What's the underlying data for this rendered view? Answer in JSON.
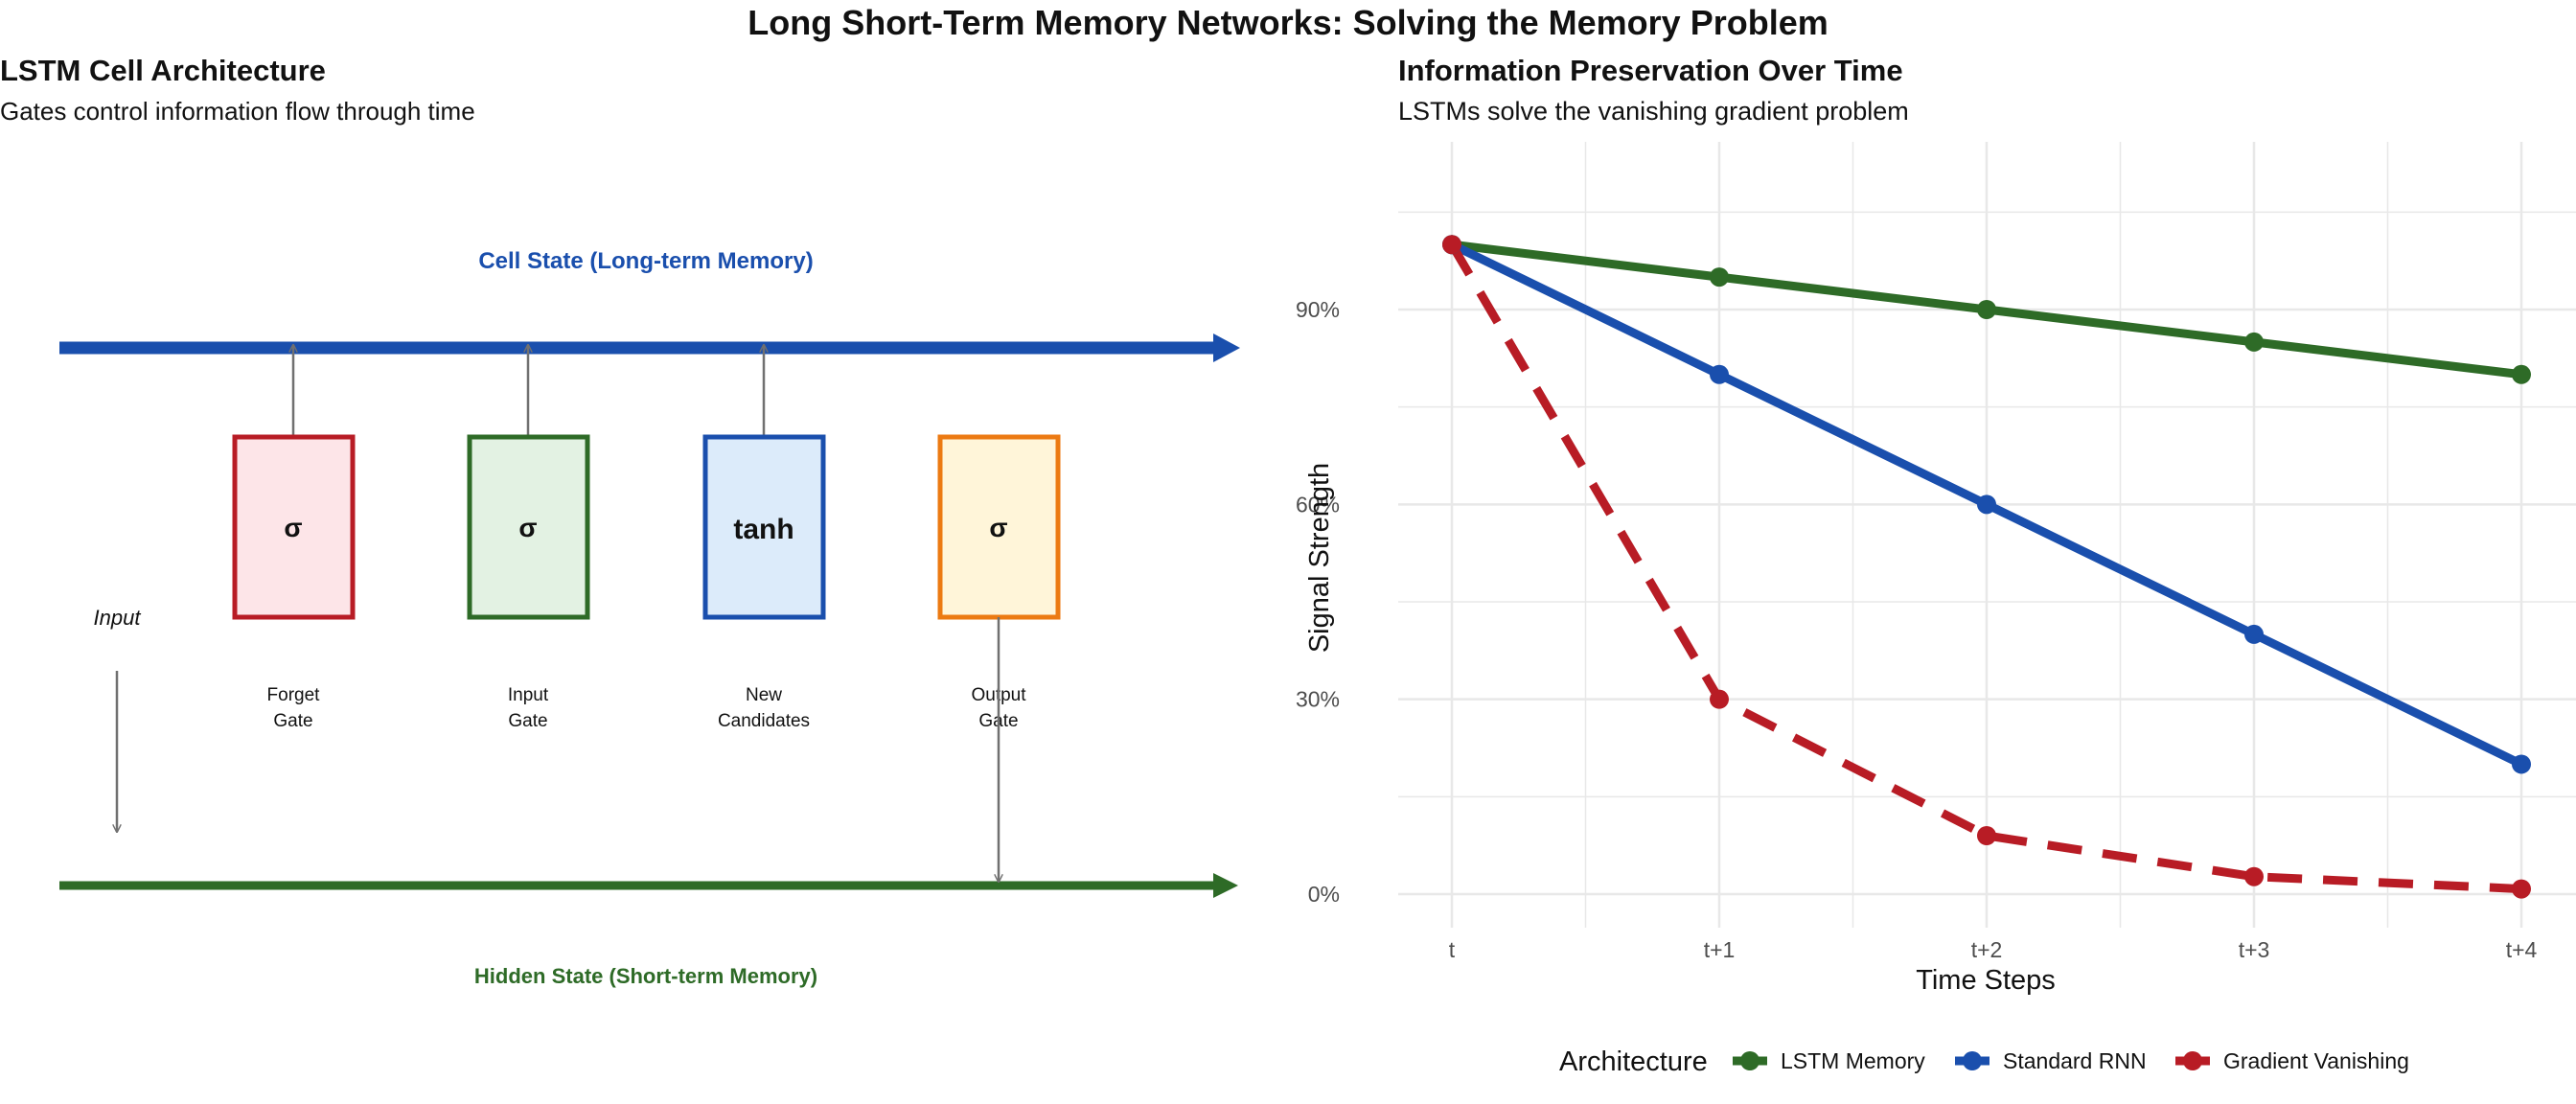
{
  "title": "Long Short-Term Memory Networks: Solving the Memory Problem",
  "colors": {
    "lstm": "#2e6b27",
    "rnn": "#1a4fad",
    "vanishing": "#b81c25",
    "orange": "#ec7a12",
    "grid": "#e8e8e8",
    "text": "#333333",
    "arrow": "#707070"
  },
  "left_panel": {
    "title": "LSTM Cell Architecture",
    "subtitle": "Gates control information flow through time",
    "cell_state_label": "Cell State (Long-term Memory)",
    "hidden_state_label": "Hidden State (Short-term Memory)",
    "input_label": "Input",
    "gates": [
      {
        "symbol": "σ",
        "label_lines": [
          "Forget",
          "Gate"
        ],
        "stroke": "#b81c25",
        "fill": "#fde5e8"
      },
      {
        "symbol": "σ",
        "label_lines": [
          "Input",
          "Gate"
        ],
        "stroke": "#2e6b27",
        "fill": "#e3f2e3"
      },
      {
        "symbol": "tanh",
        "label_lines": [
          "New",
          "Candidates"
        ],
        "stroke": "#1a4fad",
        "fill": "#dcebfa"
      },
      {
        "symbol": "σ",
        "label_lines": [
          "Output",
          "Gate"
        ],
        "stroke": "#ec7a12",
        "fill": "#fff5d9"
      }
    ]
  },
  "chart_data": {
    "type": "line",
    "title": "Information Preservation Over Time",
    "subtitle": "LSTMs solve the vanishing gradient problem",
    "xlabel": "Time Steps",
    "ylabel": "Signal Strength",
    "categories": [
      "t",
      "t+1",
      "t+2",
      "t+3",
      "t+4"
    ],
    "ylim": [
      -0.055,
      1.155
    ],
    "yticks": [
      0,
      0.3,
      0.6,
      0.9
    ],
    "ytick_labels": [
      "0%",
      "30%",
      "60%",
      "90%"
    ],
    "legend_title": "Architecture",
    "legend_position": "bottom",
    "grid": true,
    "series": [
      {
        "name": "LSTM Memory",
        "values": [
          1.0,
          0.95,
          0.9,
          0.85,
          0.8
        ],
        "color": "#2e6b27",
        "dash": "solid"
      },
      {
        "name": "Standard RNN",
        "values": [
          1.0,
          0.8,
          0.6,
          0.4,
          0.2
        ],
        "color": "#1a4fad",
        "dash": "solid"
      },
      {
        "name": "Gradient Vanishing",
        "values": [
          1.0,
          0.3,
          0.09,
          0.027,
          0.008
        ],
        "color": "#b81c25",
        "dash": "dashed"
      }
    ]
  }
}
